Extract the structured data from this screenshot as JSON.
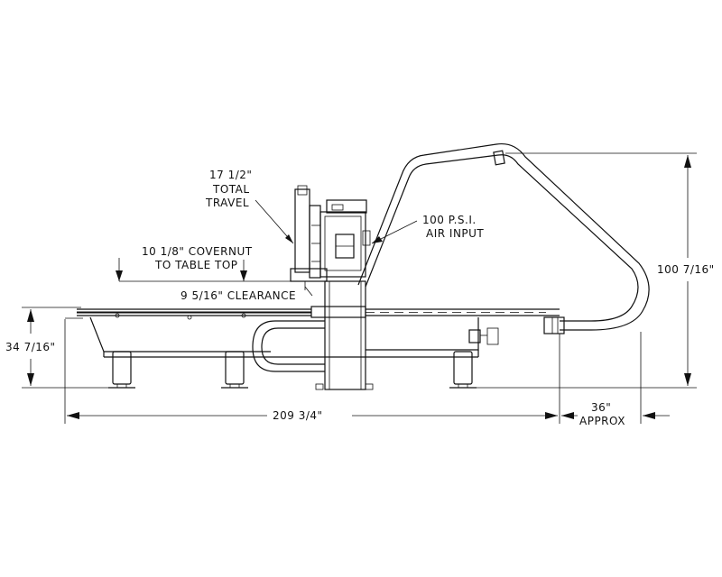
{
  "labels": {
    "total_travel_value": "17 1/2\"",
    "total_travel_line1": "TOTAL",
    "total_travel_line2": "TRAVEL",
    "air_input_value": "100 P.S.I.",
    "air_input_line2": "AIR INPUT",
    "covernut_line1": "10 1/8\" COVERNUT",
    "covernut_line2": "TO TABLE TOP",
    "clearance": "9 5/16\" CLEARANCE",
    "overall_height": "100 7/16\"",
    "table_height": "34 7/16\"",
    "overall_length": "209 3/4\"",
    "hose_clearance_value": "36\"",
    "hose_clearance_approx": "APPROX"
  },
  "colors": {
    "line": "#111111",
    "background": "#ffffff"
  }
}
